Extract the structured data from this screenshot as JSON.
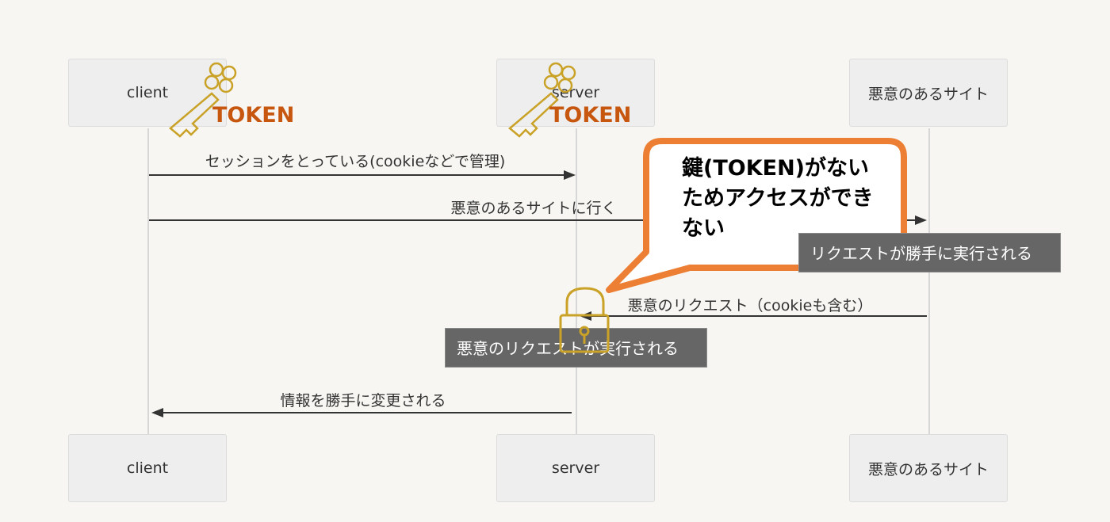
{
  "actors": {
    "client": "client",
    "server": "server",
    "malicious": "悪意のあるサイト"
  },
  "messages": {
    "session": "セッションをとっている(cookieなどで管理)",
    "go_malicious": "悪意のあるサイトに行く",
    "malicious_request": "悪意のリクエスト（cookieも含む）",
    "info_changed": "情報を勝手に変更される"
  },
  "notes": {
    "request_executed_site": "リクエストが勝手に実行される",
    "request_executed_server": "悪意のリクエストが実行される"
  },
  "annotations": {
    "token_client": "TOKEN",
    "token_server": "TOKEN",
    "callout": "鍵(TOKEN)がないためアクセスができない"
  },
  "colors": {
    "background": "#f7f6f2",
    "key": "#c9a227",
    "token_text": "#c7570f",
    "callout_border": "#ec7f34",
    "note_bg": "#666666"
  }
}
